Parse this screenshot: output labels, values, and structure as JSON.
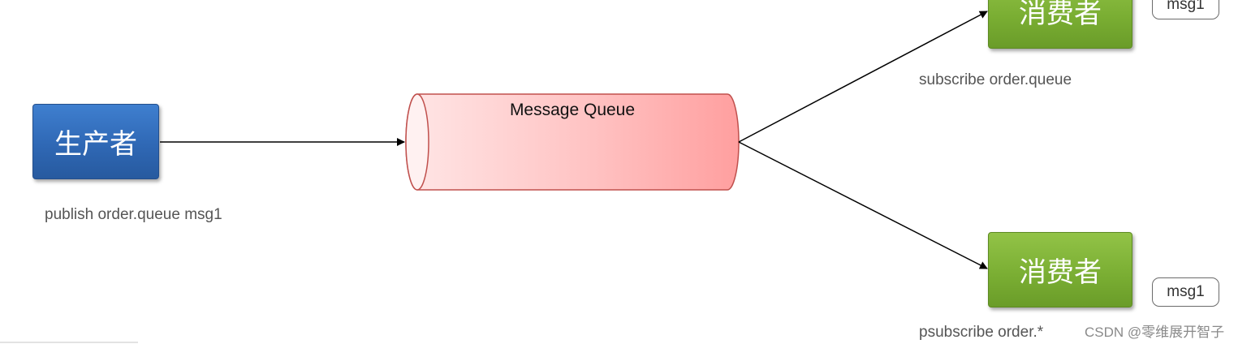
{
  "producer": {
    "label": "生产者",
    "caption": "publish order.queue msg1",
    "color": "#2f68b5"
  },
  "queue": {
    "label": "Message Queue",
    "color": "#ffaaaa"
  },
  "consumers": [
    {
      "label": "消费者",
      "caption": "subscribe order.queue",
      "message": "msg1",
      "color": "#79ad32"
    },
    {
      "label": "消费者",
      "caption": "psubscribe order.*",
      "message": "msg1",
      "color": "#79ad32"
    }
  ],
  "watermark": "CSDN @零维展开智子"
}
